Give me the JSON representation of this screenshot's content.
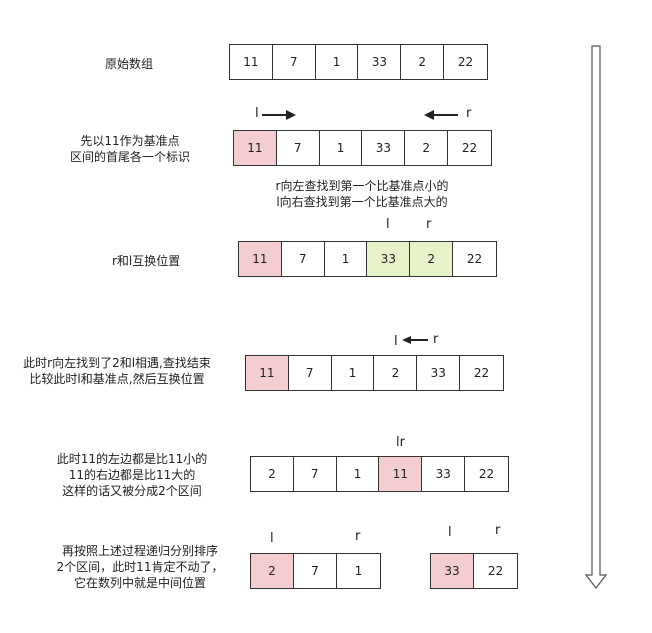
{
  "steps": [
    {
      "label": "原始数组",
      "cells": [
        "11",
        "7",
        "1",
        "33",
        "2",
        "22"
      ]
    },
    {
      "label_lines": [
        "先以11作为基准点",
        "区间的首尾各一个标识"
      ],
      "cells": [
        "11",
        "7",
        "1",
        "33",
        "2",
        "22"
      ],
      "ptr_l": "l",
      "ptr_r": "r"
    },
    {
      "note_lines": [
        "r向左查找到第一个比基准点小的",
        "l向右查找到第一个比基准点大的"
      ]
    },
    {
      "label": "r和l互换位置",
      "cells": [
        "11",
        "7",
        "1",
        "33",
        "2",
        "22"
      ],
      "ptr_l": "l",
      "ptr_r": "r"
    },
    {
      "label_lines": [
        "此时r向左找到了2和l相遇,查找结束",
        "比较此时l和基准点,然后互换位置"
      ],
      "cells": [
        "11",
        "7",
        "1",
        "2",
        "33",
        "22"
      ],
      "ptr_l": "l",
      "ptr_r": "r"
    },
    {
      "label_lines": [
        "此时11的左边都是比11小的",
        "11的右边都是比11大的",
        "这样的话又被分成2个区间"
      ],
      "cells": [
        "2",
        "7",
        "1",
        "11",
        "33",
        "22"
      ],
      "ptr_lr": "lr"
    },
    {
      "label_lines": [
        "再按照上述过程递归分别排序",
        "2个区间，此时11肯定不动了，",
        "它在数列中就是中间位置"
      ],
      "left_cells": [
        "2",
        "7",
        "1"
      ],
      "right_cells": [
        "33",
        "22"
      ],
      "ptr_l": "l",
      "ptr_r": "r"
    }
  ],
  "colors": {
    "pivot": "#f4cdd1",
    "swapped": "#e6f3c9",
    "line": "#333333"
  }
}
